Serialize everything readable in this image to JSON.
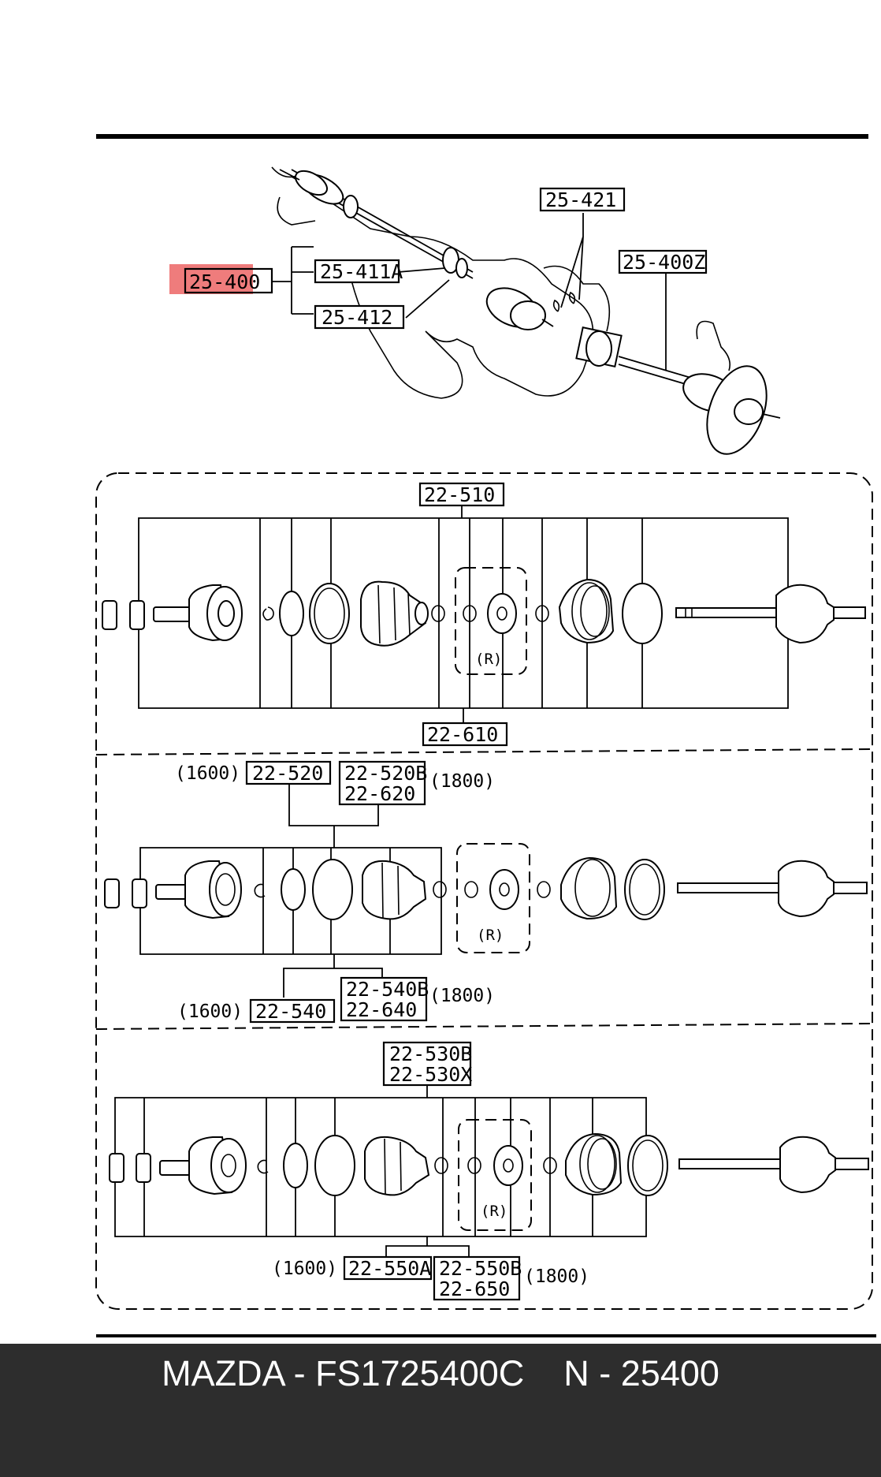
{
  "labels": {
    "p25_400": "25-400",
    "p25_411a": "25-411A",
    "p25_412": "25-412",
    "p25_421": "25-421",
    "p25_400z": "25-400Z",
    "p22_510": "22-510",
    "p22_610": "22-610",
    "p22_520": "22-520",
    "p22_520b": "22-520B",
    "p22_620": "22-620",
    "p22_540": "22-540",
    "p22_540b": "22-540B",
    "p22_640": "22-640",
    "p22_530b": "22-530B",
    "p22_530x": "22-530X",
    "p22_550a": "22-550A",
    "p22_550b": "22-550B",
    "p22_650": "22-650"
  },
  "notes": {
    "r": "(R)",
    "e1600": "(1600)",
    "e1800": "(1800)"
  },
  "highlight_color": "#e8303080",
  "footer": {
    "text": "MAZDA - FS1725400C    N - 25400"
  }
}
